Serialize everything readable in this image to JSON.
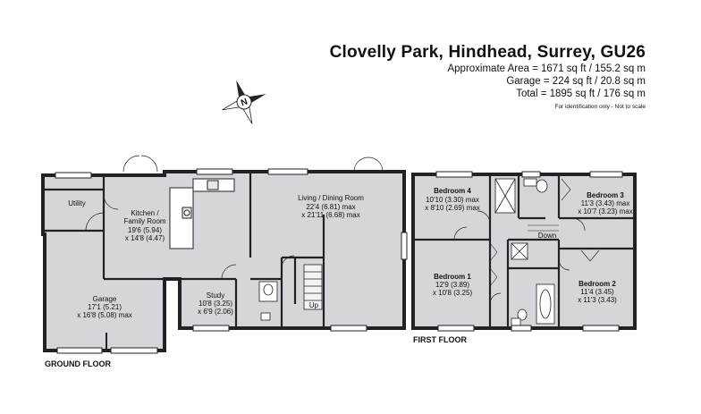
{
  "header": {
    "title": "Clovelly Park, Hindhead, Surrey, GU26",
    "approx_area": "Approximate Area = 1671 sq ft / 155.2 sq m",
    "garage_area": "Garage = 224 sq ft / 20.8 sq m",
    "total_area": "Total = 1895 sq ft / 176 sq m",
    "note": "For identification only - Not to scale"
  },
  "compass": {
    "letter": "N"
  },
  "floors": {
    "ground": "GROUND FLOOR",
    "first": "FIRST FLOOR"
  },
  "rooms": {
    "utility": {
      "name": "Utility"
    },
    "kitchen": {
      "name1": "Kitchen /",
      "name2": "Family Room",
      "dim1": "19'6 (5.94)",
      "dim2": "x 14'8 (4.47)"
    },
    "living": {
      "name": "Living / Dining Room",
      "dim1": "22'4 (6.81) max",
      "dim2": "x 21'11 (6.68) max"
    },
    "garage": {
      "name": "Garage",
      "dim1": "17'1 (5.21)",
      "dim2": "x 16'8 (5.08) max"
    },
    "study": {
      "name": "Study",
      "dim1": "10'8 (3.25)",
      "dim2": "x 6'9 (2.06)"
    },
    "bedroom4": {
      "name": "Bedroom 4",
      "dim1": "10'10 (3.30) max",
      "dim2": "x 8'10 (2.69) max"
    },
    "bedroom3": {
      "name": "Bedroom 3",
      "dim1": "11'3 (3.43) max",
      "dim2": "x 10'7 (3.23) max"
    },
    "bedroom1": {
      "name": "Bedroom 1",
      "dim1": "12'9 (3.89)",
      "dim2": "x 10'8 (3.25)"
    },
    "bedroom2": {
      "name": "Bedroom 2",
      "dim1": "11'4 (3.45)",
      "dim2": "x 11'3 (3.43)"
    }
  },
  "stairs": {
    "up": "Up",
    "down": "Down"
  },
  "colors": {
    "wall": "#222222",
    "floor": "#d4d6da",
    "window": "#ffffff"
  }
}
